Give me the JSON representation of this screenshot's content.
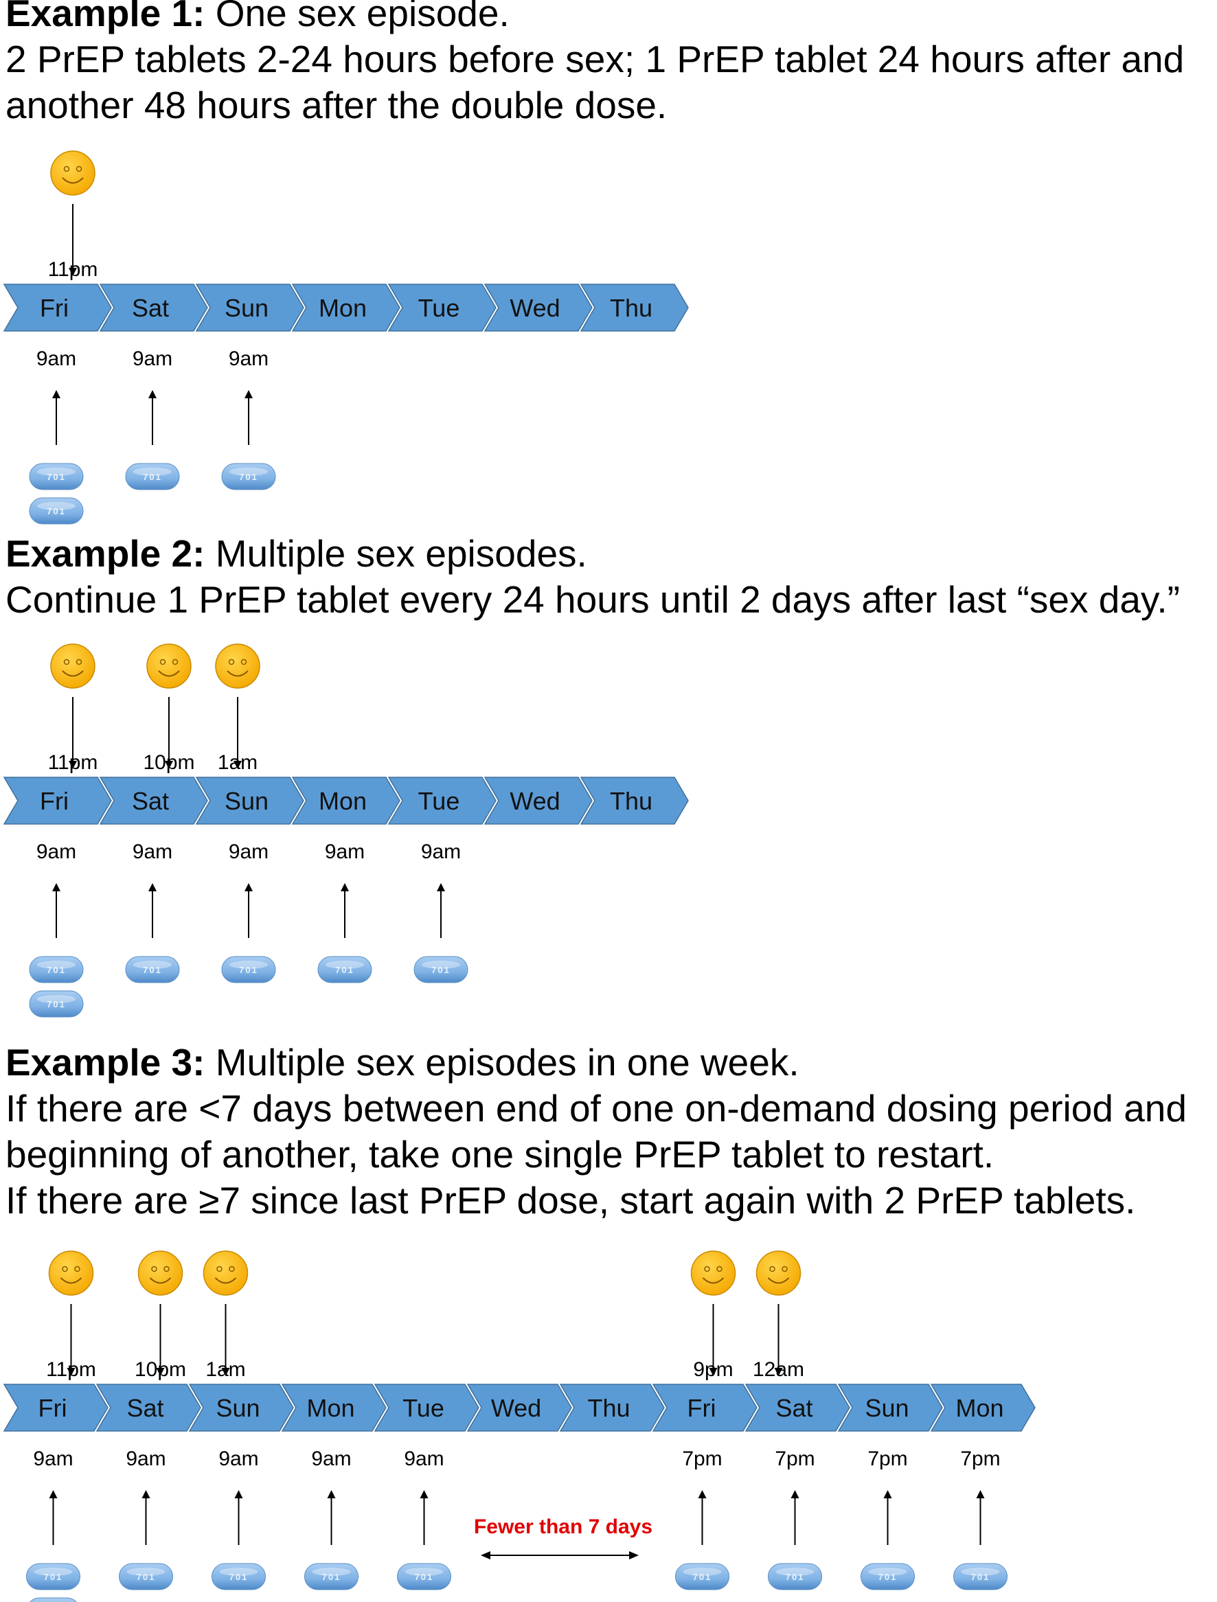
{
  "example1": {
    "heading_bold": "Example 1:",
    "heading_rest": " One sex episode.",
    "lines": [
      "2 PrEP tablets 2-24 hours before sex; 1 PrEP tablet 24 hours after and",
      "another 48 hours after the double dose."
    ],
    "days": [
      "Fri",
      "Sat",
      "Sun",
      "Mon",
      "Tue",
      "Wed",
      "Thu"
    ],
    "sex_times": [
      {
        "day": 0,
        "label": "11pm"
      }
    ],
    "doses": [
      {
        "day": 0,
        "time": "9am",
        "tablets": 2
      },
      {
        "day": 1,
        "time": "9am",
        "tablets": 1
      },
      {
        "day": 2,
        "time": "9am",
        "tablets": 1
      }
    ]
  },
  "example2": {
    "heading_bold": "Example 2:",
    "heading_rest": " Multiple sex episodes.",
    "lines": [
      "Continue 1 PrEP tablet every 24 hours  until 2 days after last “sex day.”"
    ],
    "days": [
      "Fri",
      "Sat",
      "Sun",
      "Mon",
      "Tue",
      "Wed",
      "Thu"
    ],
    "sex_times": [
      {
        "day": 0,
        "label": "11pm"
      },
      {
        "day": 1,
        "label": "10pm"
      },
      {
        "day": 2,
        "label": "1am"
      }
    ],
    "doses": [
      {
        "day": 0,
        "time": "9am",
        "tablets": 2
      },
      {
        "day": 1,
        "time": "9am",
        "tablets": 1
      },
      {
        "day": 2,
        "time": "9am",
        "tablets": 1
      },
      {
        "day": 3,
        "time": "9am",
        "tablets": 1
      },
      {
        "day": 4,
        "time": "9am",
        "tablets": 1
      }
    ]
  },
  "example3": {
    "heading_bold": "Example 3:",
    "heading_rest": " Multiple sex episodes in one week.",
    "lines": [
      "If there are <7 days between end of one on-demand dosing period and",
      "beginning of another, take one single PrEP tablet to restart.",
      "If there are ≥7 since last PrEP dose, start again with 2 PrEP tablets."
    ],
    "days": [
      "Fri",
      "Sat",
      "Sun",
      "Mon",
      "Tue",
      "Wed",
      "Thu",
      "Fri",
      "Sat",
      "Sun",
      "Mon"
    ],
    "sex_times": [
      {
        "day": 0,
        "label": "11pm"
      },
      {
        "day": 1,
        "label": "10pm"
      },
      {
        "day": 2,
        "label": "1am"
      },
      {
        "day": 7,
        "label": "9pm"
      },
      {
        "day": 8,
        "label": "12am"
      }
    ],
    "doses": [
      {
        "day": 0,
        "time": "9am",
        "tablets": 2
      },
      {
        "day": 1,
        "time": "9am",
        "tablets": 1
      },
      {
        "day": 2,
        "time": "9am",
        "tablets": 1
      },
      {
        "day": 3,
        "time": "9am",
        "tablets": 1
      },
      {
        "day": 4,
        "time": "9am",
        "tablets": 1
      },
      {
        "day": 7,
        "time": "7pm",
        "tablets": 1
      },
      {
        "day": 8,
        "time": "7pm",
        "tablets": 1
      },
      {
        "day": 9,
        "time": "7pm",
        "tablets": 1
      },
      {
        "day": 10,
        "time": "7pm",
        "tablets": 1
      }
    ],
    "gap_label": "Fewer than 7 days"
  },
  "tablet_imprint": "701",
  "icons": {
    "sex_event": "smiley-face-icon",
    "dose": "tablet-icon"
  },
  "colors": {
    "chevron_fill": "#5b9bd5",
    "chevron_stroke": "#41719c",
    "tablet_fill": "#7fb2e5",
    "smiley_fill": "#f7b500",
    "gap_label": "#e00000"
  }
}
